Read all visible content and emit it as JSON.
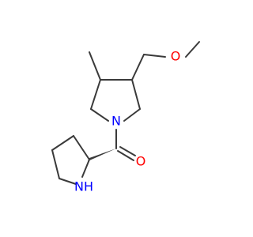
{
  "colors": {
    "bond": "#3a3a3a",
    "oxygen": "#ff0000",
    "nitrogen": "#0000ff"
  },
  "atoms": {
    "ether_oxygen": "O",
    "carbonyl_oxygen": "O",
    "ring_nitrogen": "N",
    "amine_nitrogen": "NH"
  }
}
